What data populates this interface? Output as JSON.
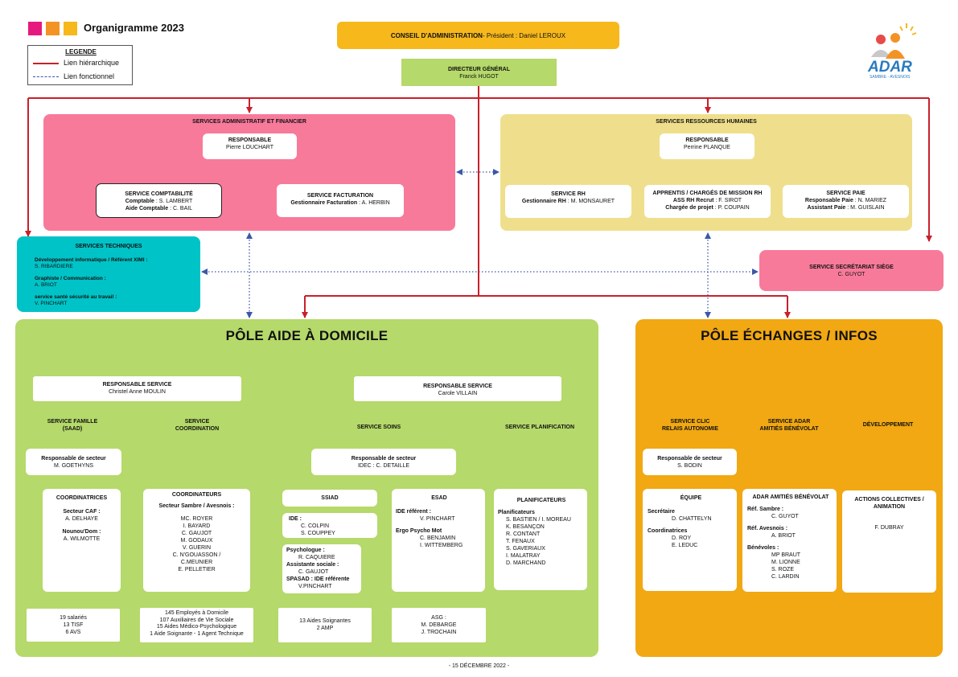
{
  "title": "Organigramme 2023",
  "header_colors": [
    "#e6197f",
    "#f39325",
    "#f6b81b"
  ],
  "legend": {
    "title": "LEGENDE",
    "hier": "Lien hiérarchique",
    "func": "Lien fonctionnel"
  },
  "logo": {
    "name": "ADAR",
    "tagline": "SAMBRE - AVESNOIS"
  },
  "footer": "- 15 DÉCEMBRE 2022 -",
  "ca": {
    "title": "CONSEIL D'ADMINISTRATION",
    "rest": " - Président : Daniel LEROUX"
  },
  "dg": {
    "title": "DIRECTEUR GÉNÉRAL",
    "name": "Franck HUGOT"
  },
  "saf": {
    "title": "SERVICES ADMINISTRATIF ET FINANCIER",
    "resp_title": "RESPONSABLE",
    "resp_name": "Pierre LOUCHART",
    "compta_title": "SERVICE COMPTABILITÉ",
    "compta_l1_k": "Comptable",
    "compta_l1_v": " : S. LAMBERT",
    "compta_l2_k": "Aide Comptable",
    "compta_l2_v": " : C. BAIL",
    "fact_title": "SERVICE FACTURATION",
    "fact_l1_k": "Gestionnaire Facturation",
    "fact_l1_v": " : A. HERBIN"
  },
  "srh": {
    "title": "SERVICES RESSOURCES HUMAINES",
    "resp_title": "RESPONSABLE",
    "resp_name": "Perrine PLANQUE",
    "rh_title": "SERVICE RH",
    "rh_l1_k": "Gestionnaire RH",
    "rh_l1_v": " : M. MONSAURET",
    "app_title": "APPRENTIS / CHARGÉS DE MISSION RH",
    "app_l1_k": "ASS RH Recrut",
    "app_l1_v": " : F. SIROT",
    "app_l2_k": "Chargée de projet",
    "app_l2_v": " : P. COUPAIN",
    "paie_title": "SERVICE PAIE",
    "paie_l1_k": "Responsable Paie",
    "paie_l1_v": " : N. MARIEZ",
    "paie_l2_k": "Assistant Paie",
    "paie_l2_v": " : M. GUISLAIN"
  },
  "tech": {
    "title": "SERVICES TECHNIQUES",
    "l1": "Développement informatique / Référent XIMI :",
    "l1v": "S. RIBARDIERE",
    "l2": "Graphiste / Communication :",
    "l2v": "A. BRIOT",
    "l3": "service santé sécurité au travail :",
    "l3v": "V. PINCHART"
  },
  "secr": {
    "title": "SERVICE SECRÉTARIAT SIÈGE",
    "name": "C. GUYOT"
  },
  "pad": {
    "title": "PÔLE AIDE À DOMICILE",
    "rs1_title": "RESPONSABLE SERVICE",
    "rs1_name": "Christel Anne MOULIN",
    "rs2_title": "RESPONSABLE SERVICE",
    "rs2_name": "Carole VILLAIN",
    "famille_l1": "SERVICE FAMILLE",
    "famille_l2": "(SAAD)",
    "coord_l1": "SERVICE",
    "coord_l2": "COORDINATION",
    "soins": "SERVICE SOINS",
    "planif": "SERVICE PLANIFICATION",
    "rsf_title": "Responsable de secteur",
    "rsf_name": "M. GOETHYNS",
    "rss_title": "Responsable de secteur",
    "rss_name": "IDEC : C. DETAILLE",
    "coordinatrices": {
      "title": "COORDINATRICES",
      "k1": "Secteur CAF :",
      "v1": "A. DELHAYE",
      "k2": "Nounou'Dom :",
      "v2": "A. WILMOTTE"
    },
    "coordinateurs": {
      "title": "COORDINATEURS",
      "k1": "Secteur Sambre / Avesnois :",
      "names": [
        "MC. ROYER",
        "I. BAYARD",
        "C. GAUJOT",
        "M. GODAUX",
        "V. GUERIN",
        "C. N'GOUASSON /",
        "C.MEUNIER",
        "E. PELLETIER"
      ]
    },
    "ssiad": "SSIAD",
    "ide": {
      "k": "IDE :",
      "names": [
        "C. COLPIN",
        "S. COUPPEY"
      ]
    },
    "psy": {
      "k1": "Psychologue :",
      "v1": "R. CAQUIERE",
      "k2": "Assistante sociale :",
      "v2": "C. GAUJOT",
      "k3": "SPASAD : IDE référente",
      "v3": "V.PINCHART"
    },
    "esad": {
      "title": "ESAD",
      "k1": "IDE référent :",
      "v1": "V. PINCHART",
      "k2": "Ergo Psycho Mot",
      "names": [
        "C. BENJAMIN",
        "I. WITTEMBERG"
      ]
    },
    "planificateurs": {
      "title": "PLANIFICATEURS",
      "k1": "Planificateurs",
      "names": [
        "S. BASTIEN / I. MOREAU",
        "K. BESANÇON",
        "R. CONTANT",
        "T. FENAUX",
        "S. GAVERIAUX",
        "I. MALATRAY",
        "D. MARCHAND"
      ]
    },
    "b1": [
      "19 salariés",
      "13 TISF",
      "6 AVS"
    ],
    "b2": [
      "145 Employés à Domicile",
      "107 Auxiliaires de Vie Sociale",
      "15 Aides Médico-Psychologique",
      "1 Aide Soignante - 1 Agent Technique"
    ],
    "b3": [
      "13 Aides Soignantes",
      "2 AMP"
    ],
    "b4": [
      "ASG :",
      "M. DEBARGE",
      "J. TROCHAIN"
    ]
  },
  "pei": {
    "title": "PÔLE ÉCHANGES / INFOS",
    "clic_l1": "SERVICE CLIC",
    "clic_l2": "RELAIS AUTONOMIE",
    "adar_l1": "SERVICE ADAR",
    "adar_l2": "AMITIÉS BÉNÉVOLAT",
    "dev": "DÉVELOPPEMENT",
    "rsc_title": "Responsable de secteur",
    "rsc_name": "S. BODIN",
    "equipe": {
      "title": "ÉQUIPE",
      "k1": "Secrétaire",
      "v1": "D. CHATTELYN",
      "k2": "Coordinatrices",
      "names": [
        "D. ROY",
        "E. LEDUC"
      ]
    },
    "amities": {
      "title": "ADAR AMITIÉS BÉNÉVOLAT",
      "k1": "Réf. Sambre :",
      "v1": "C. GUYOT",
      "k2": "Réf. Avesnois :",
      "v2": "A. BRIOT",
      "k3": "Bénévoles :",
      "names": [
        "MP BRAUT",
        "M. LIONNE",
        "S. ROZE",
        "C. LARDIN"
      ]
    },
    "actions": {
      "title_l1": "ACTIONS COLLECTIVES /",
      "title_l2": "ANIMATION",
      "name": "F. DUBRAY"
    }
  }
}
